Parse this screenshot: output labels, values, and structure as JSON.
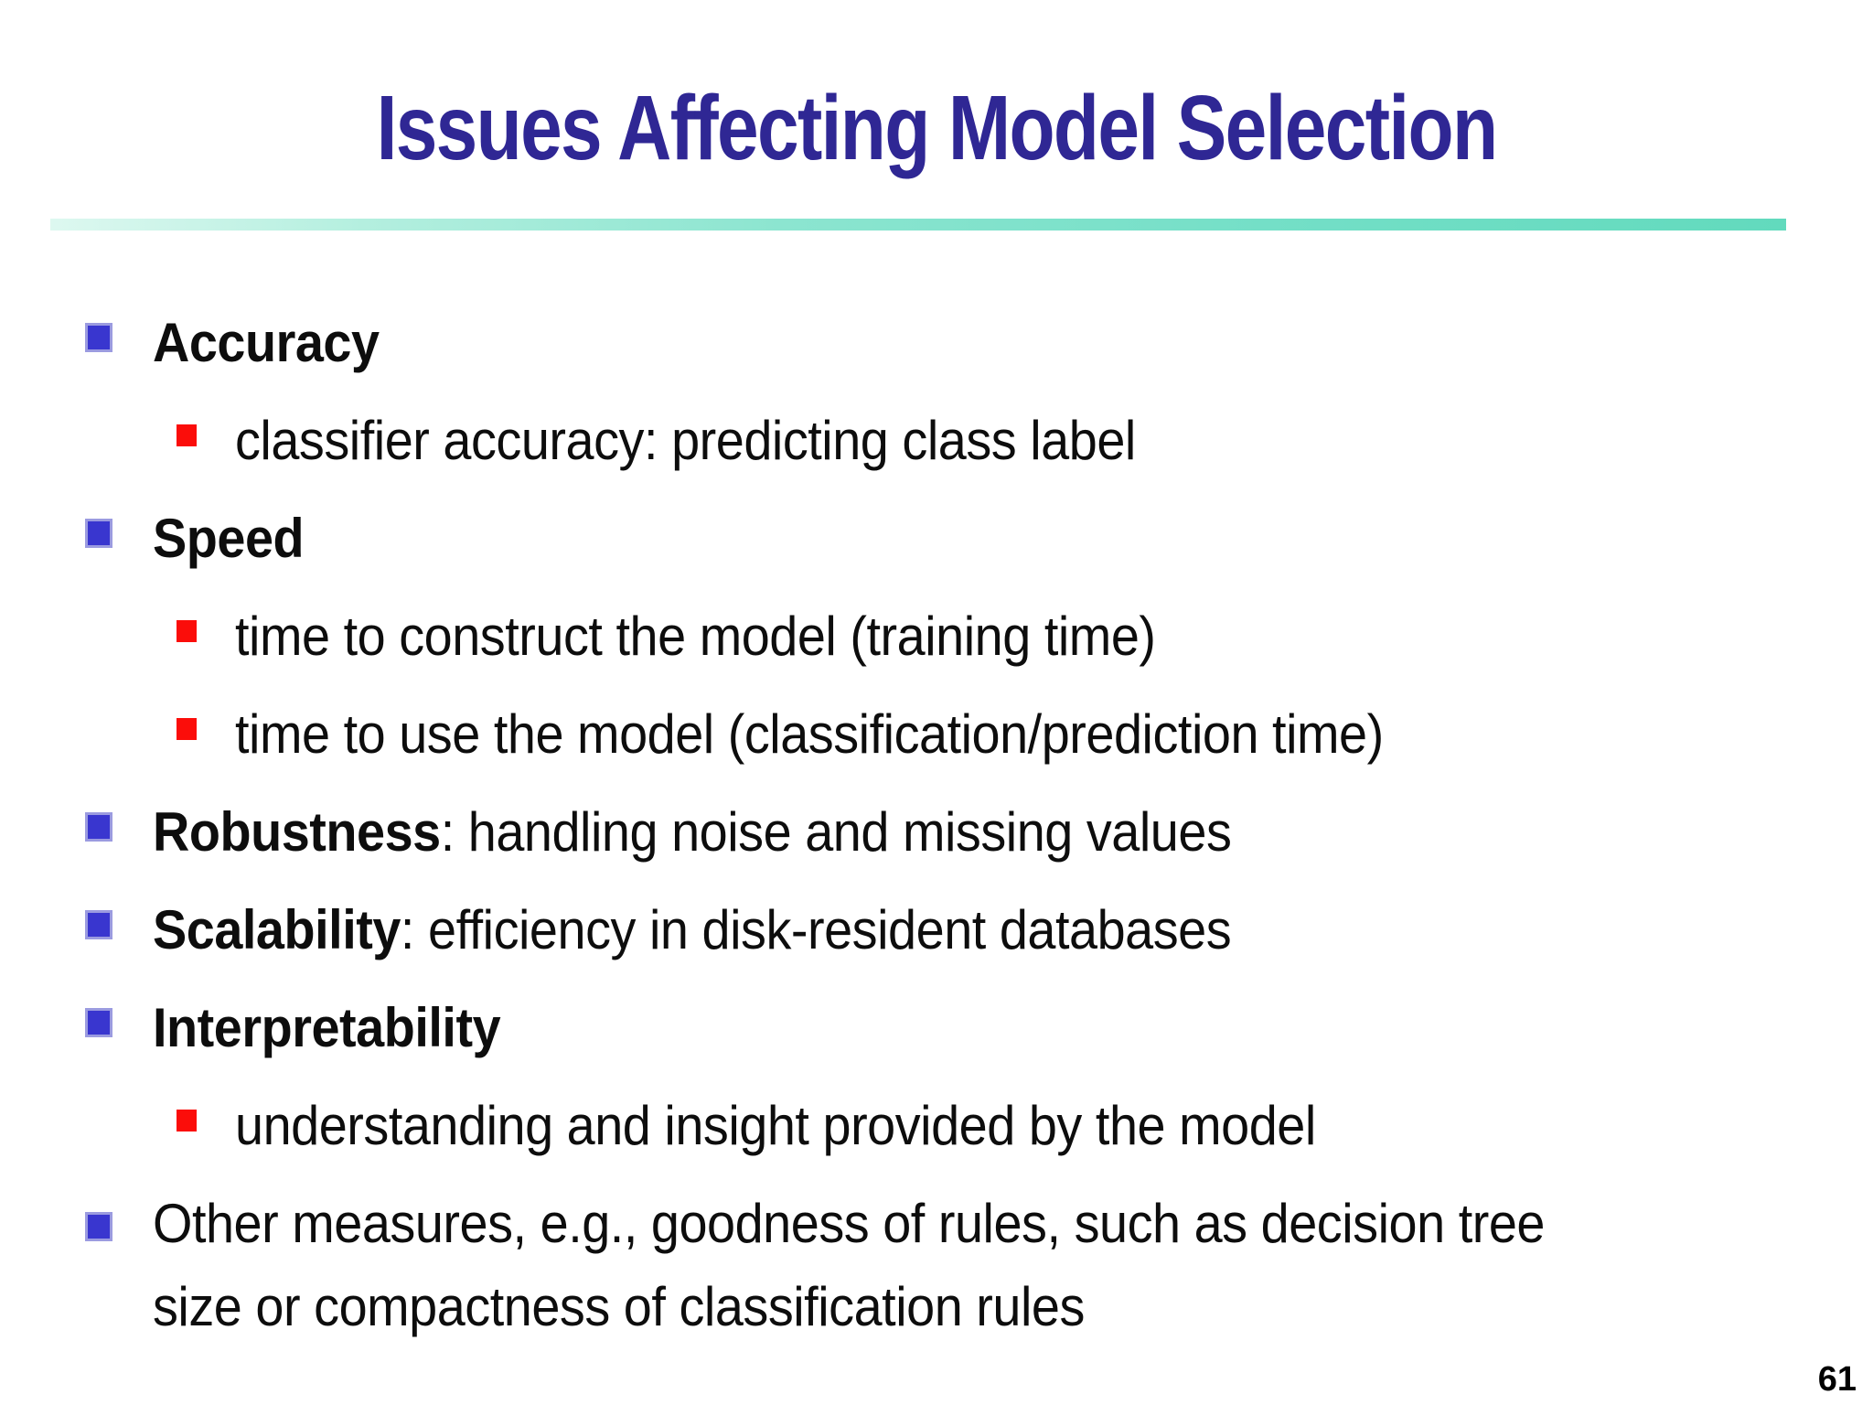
{
  "slide": {
    "title": "Issues Affecting Model Selection",
    "page_number": "61",
    "colors": {
      "title": "#2f2794",
      "rule_gradient_left": "#ddf8f0",
      "rule_gradient_right": "#62dabd",
      "bullet_level1": "#3936cf",
      "bullet_level2": "#fb0d0a",
      "body_text": "#0d0d0d"
    },
    "bullets": [
      {
        "level": 1,
        "bold": "Accuracy",
        "rest": ""
      },
      {
        "level": 2,
        "bold": "",
        "rest": "classifier accuracy: predicting class label"
      },
      {
        "level": 1,
        "bold": "Speed",
        "rest": ""
      },
      {
        "level": 2,
        "bold": "",
        "rest": "time to construct the model (training time)"
      },
      {
        "level": 2,
        "bold": "",
        "rest": "time to use the model (classification/prediction time)"
      },
      {
        "level": 1,
        "bold": "Robustness",
        "rest": ": handling noise and missing values"
      },
      {
        "level": 1,
        "bold": "Scalability",
        "rest": ": efficiency in disk-resident databases"
      },
      {
        "level": 1,
        "bold": "Interpretability",
        "rest": ""
      },
      {
        "level": 2,
        "bold": "",
        "rest": "understanding and insight provided by the model"
      },
      {
        "level": 1,
        "bold": "",
        "rest": "",
        "lines": [
          "Other measures, e.g., goodness of rules, such as decision tree",
          "size or compactness of classification rules"
        ]
      }
    ]
  }
}
